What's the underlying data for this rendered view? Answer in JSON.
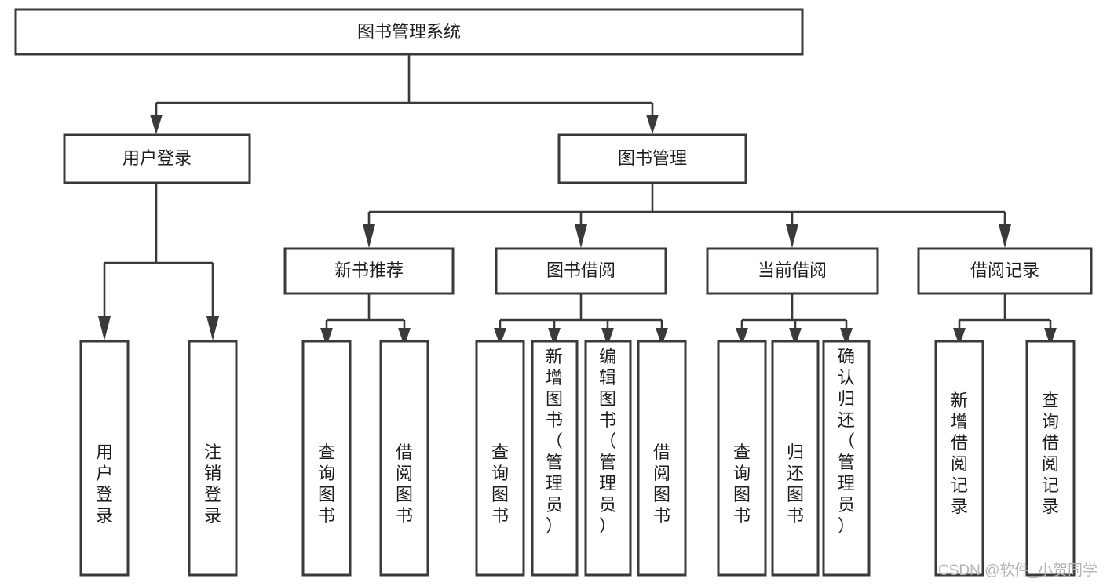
{
  "diagram": {
    "title_node": {
      "label": "图书管理系统"
    },
    "level1": [
      {
        "label": "用户登录"
      },
      {
        "label": "图书管理"
      }
    ],
    "level2": [
      {
        "label": "新书推荐"
      },
      {
        "label": "图书借阅"
      },
      {
        "label": "当前借阅"
      },
      {
        "label": "借阅记录"
      }
    ],
    "leaves": {
      "user_login": [
        {
          "label": "用户登录"
        },
        {
          "label": "注销登录"
        }
      ],
      "new_books": [
        {
          "label": "查询图书"
        },
        {
          "label": "借阅图书"
        }
      ],
      "book_borrow": [
        {
          "label": "查询图书"
        },
        {
          "label": "新增图书（管理员）"
        },
        {
          "label": "编辑图书（管理员）"
        },
        {
          "label": "借阅图书"
        }
      ],
      "current_borrow": [
        {
          "label": "查询图书"
        },
        {
          "label": "归还图书"
        },
        {
          "label": "确认归还（管理员）"
        }
      ],
      "borrow_records": [
        {
          "label": "新增借阅记录"
        },
        {
          "label": "查询借阅记录"
        }
      ]
    }
  },
  "watermark": {
    "text": "CSDN @软件_小贺同学"
  },
  "colors": {
    "stroke": "#3a3a3a",
    "text": "#1d1d1d",
    "background": "#ffffff",
    "watermark": "#b4b4b4"
  }
}
